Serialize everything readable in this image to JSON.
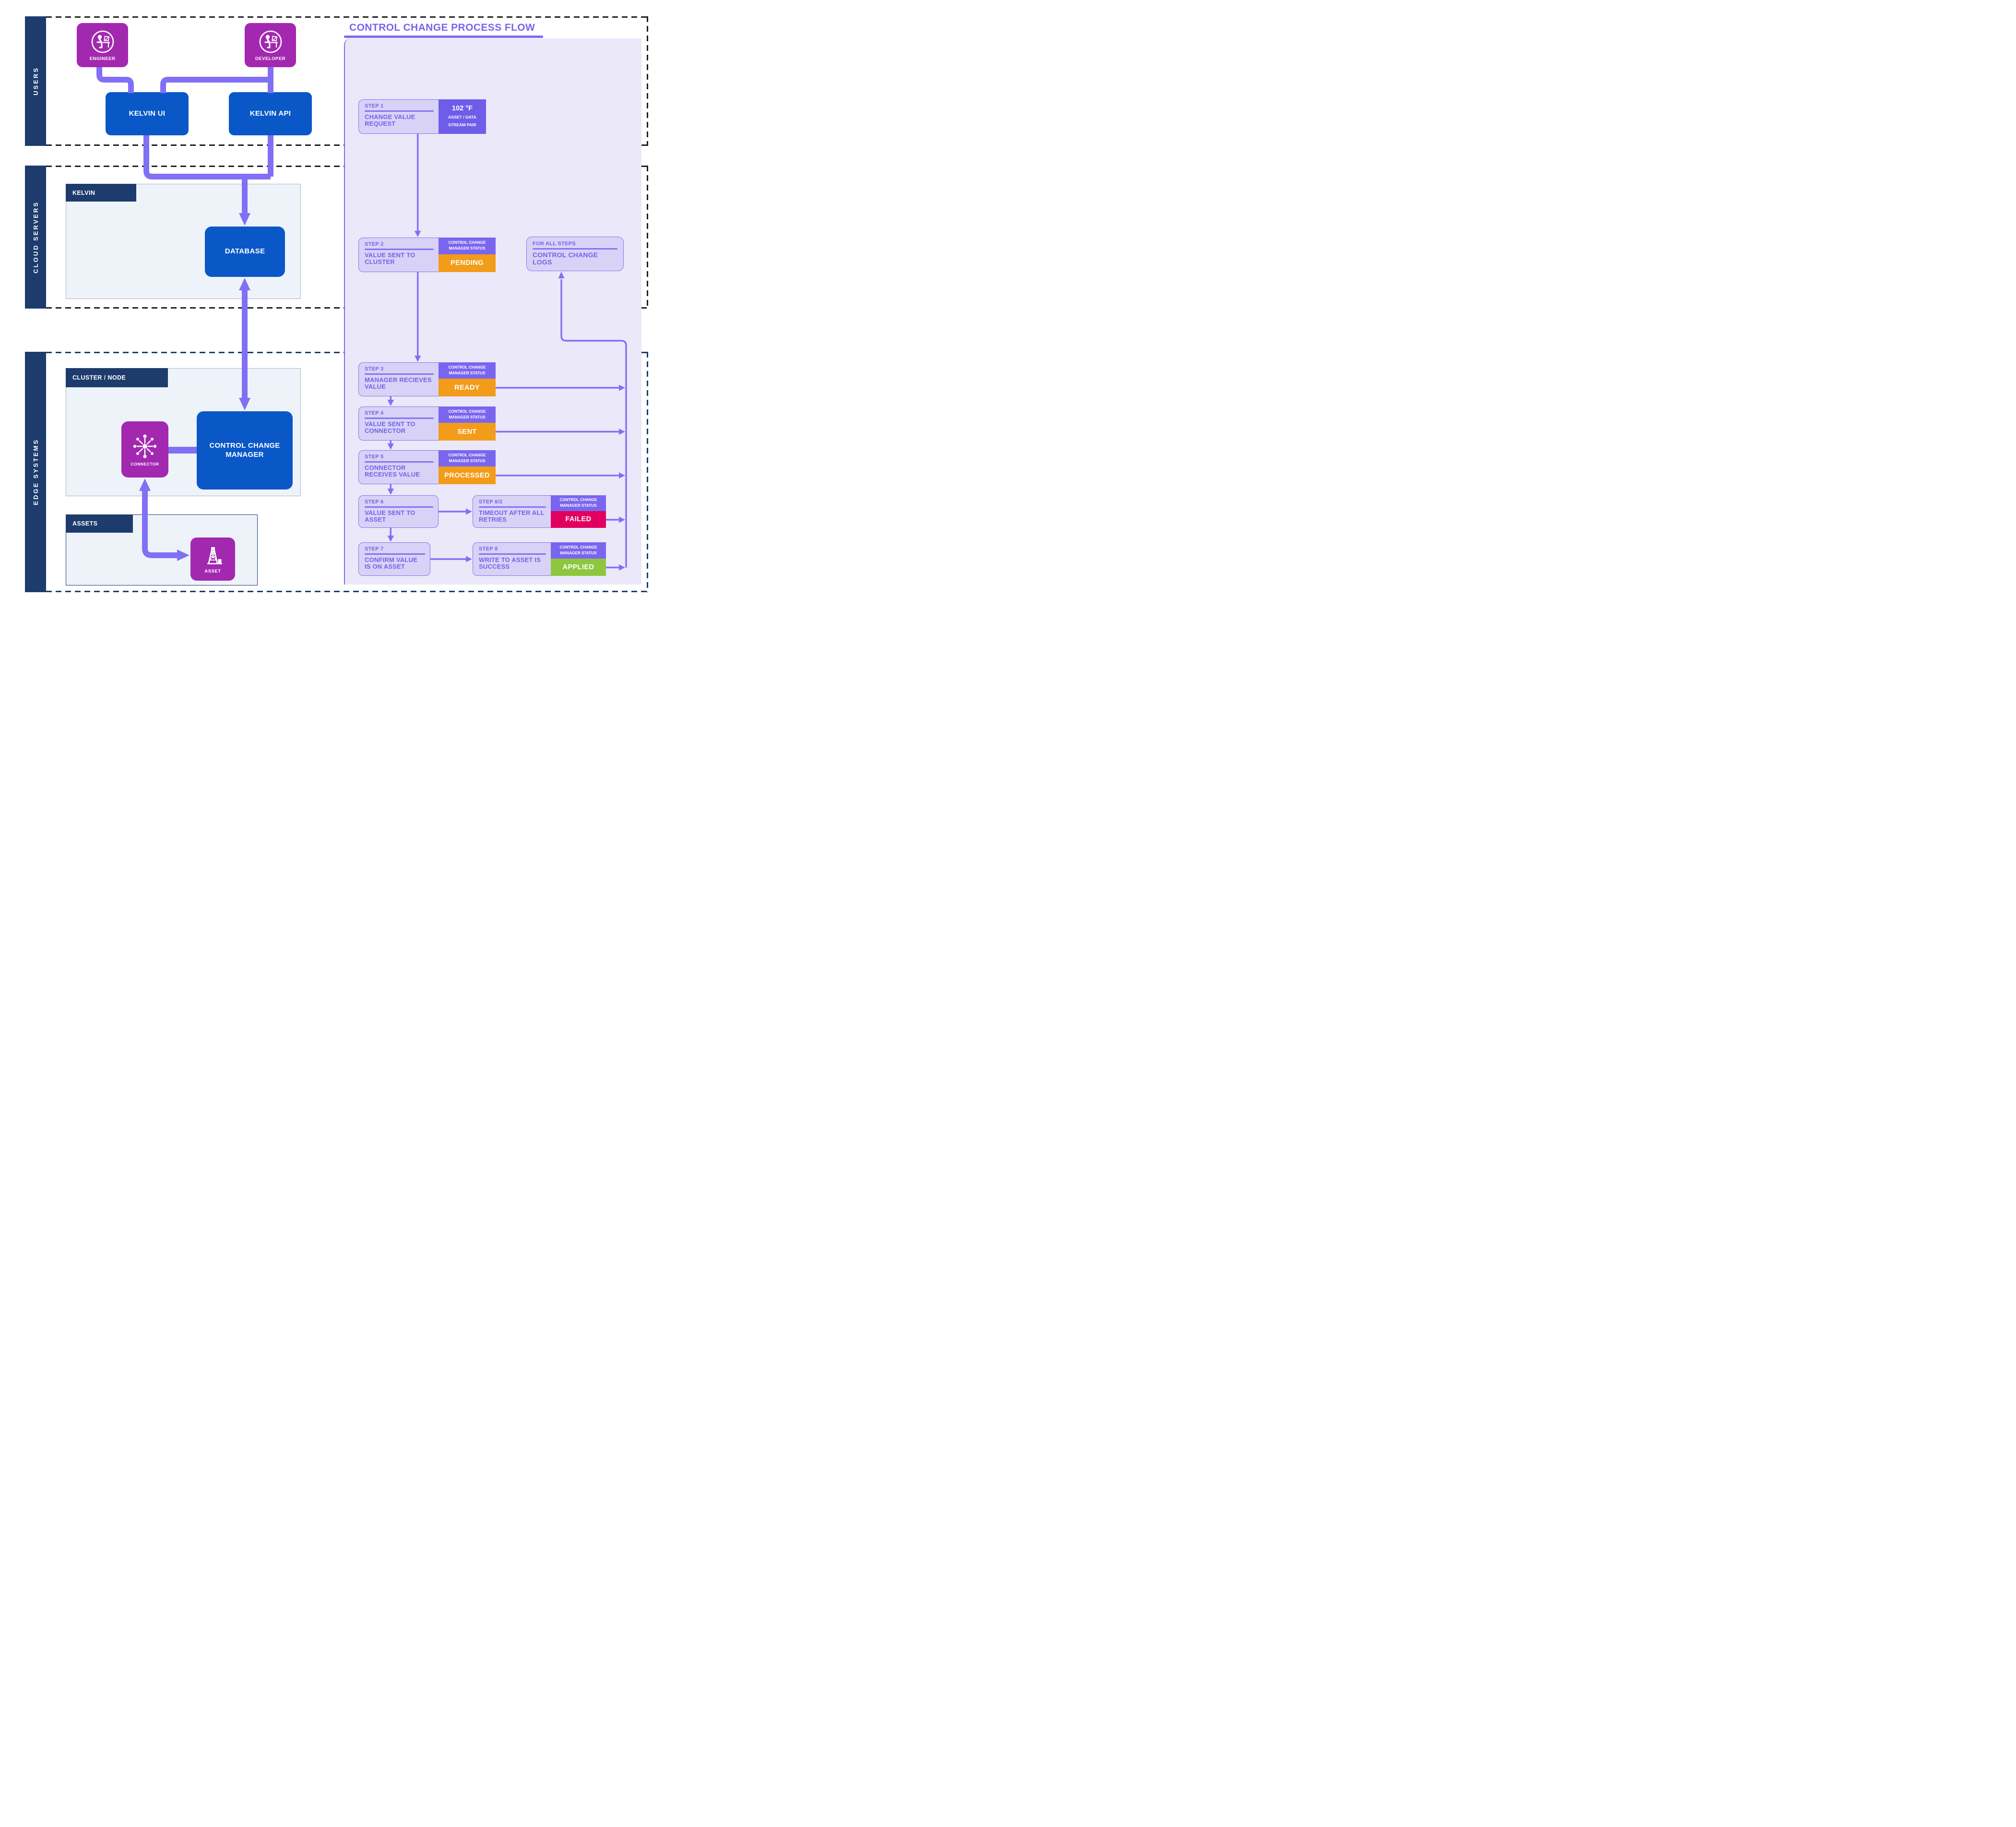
{
  "title": "CONTROL CHANGE PROCESS FLOW",
  "colors": {
    "accent_purple": "#7e6af0",
    "step_text": "#7262ea",
    "navy": "#1d3c6d",
    "blue_node": "#0a58c8",
    "magenta_node": "#a328b0",
    "panel_bg": "#eae8f9",
    "status_header": "#7a66ee",
    "status_pending": "#f29c1a",
    "status_ready": "#f29c1a",
    "status_sent": "#f29c1a",
    "status_processed": "#f29c1a",
    "status_failed": "#e1005f",
    "status_applied": "#8dc73f",
    "tag_bg": "#6f5de9"
  },
  "bands": [
    {
      "label": "USERS"
    },
    {
      "label": "CLOUD SERVERS"
    },
    {
      "label": "EDGE SYSTEMS"
    }
  ],
  "nodes": {
    "engineer": "ENGINEER",
    "developer": "DEVELOPER",
    "kelvin_ui": "KELVIN UI",
    "kelvin_api": "KELVIN API",
    "kelvin_tab": "KELVIN",
    "database": "DATABASE",
    "cluster_tab": "CLUSTER / NODE",
    "connector": "CONNECTOR",
    "control_change_manager": "CONTROL CHANGE MANAGER",
    "assets_tab": "ASSETS",
    "asset": "ASSET"
  },
  "steps": [
    {
      "label": "STEP 1",
      "title": "CHANGE VALUE REQUEST"
    },
    {
      "label": "STEP 2",
      "title": "VALUE SENT TO CLUSTER",
      "status": {
        "header": "CONTROL CHANGE MANAGER STATUS",
        "value": "PENDING",
        "color": "#f29c1a"
      }
    },
    {
      "label": "STEP 3",
      "title": "MANAGER RECIEVES VALUE",
      "status": {
        "header": "CONTROL CHANGE MANAGER STATUS",
        "value": "READY",
        "color": "#f29c1a"
      }
    },
    {
      "label": "STEP 4",
      "title": "VALUE SENT TO CONNECTOR",
      "status": {
        "header": "CONTROL CHANGE MANAGER STATUS",
        "value": "SENT",
        "color": "#f29c1a"
      }
    },
    {
      "label": "STEP 5",
      "title": "CONNECTOR RECEIVES VALUE",
      "status": {
        "header": "CONTROL CHANGE MANAGER STATUS",
        "value": "PROCESSED",
        "color": "#f29c1a"
      }
    },
    {
      "label": "STEP 6",
      "title": "VALUE SENT TO ASSET"
    },
    {
      "label": "STEP 6/2",
      "title": "TIMEOUT AFTER ALL RETRIES",
      "status": {
        "header": "CONTROL CHANGE MANAGER STATUS",
        "value": "FAILED",
        "color": "#e1005f"
      }
    },
    {
      "label": "STEP 7",
      "title": "CONFIRM VALUE IS ON ASSET"
    },
    {
      "label": "STEP 8",
      "title": "WRITE TO ASSET IS SUCCESS",
      "status": {
        "header": "CONTROL CHANGE MANAGER STATUS",
        "value": "APPLIED",
        "color": "#8dc73f"
      }
    }
  ],
  "tag": {
    "value": "102 °F",
    "lines": "ASSET / DATA STREAM PAIR"
  },
  "logs_box": {
    "label": "FOR ALL STEPS",
    "title": "CONTROL CHANGE LOGS"
  }
}
